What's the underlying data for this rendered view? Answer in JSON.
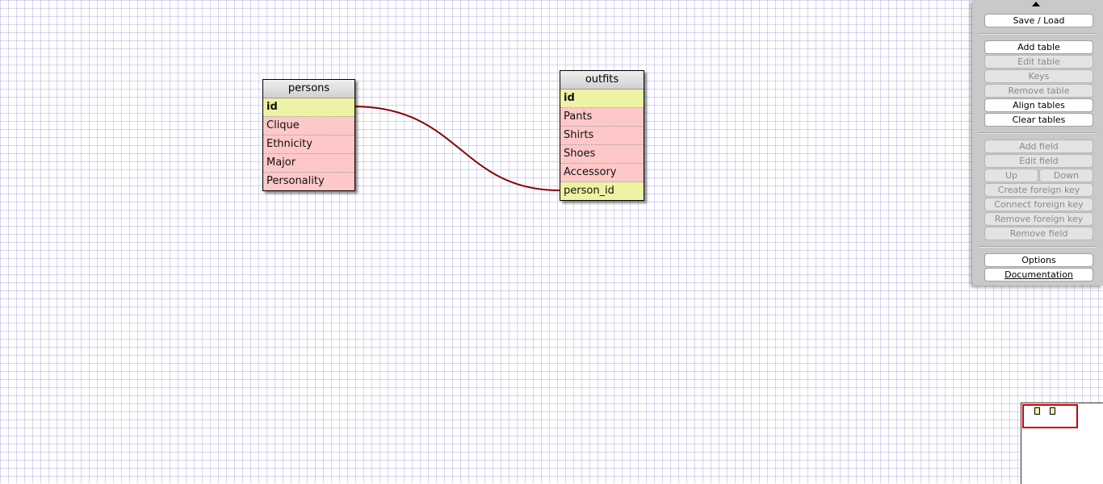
{
  "tables": {
    "persons": {
      "title": "persons",
      "rows": [
        {
          "name": "id",
          "kind": "key"
        },
        {
          "name": "Clique",
          "kind": "field"
        },
        {
          "name": "Ethnicity",
          "kind": "field"
        },
        {
          "name": "Major",
          "kind": "field"
        },
        {
          "name": "Personality",
          "kind": "field"
        }
      ]
    },
    "outfits": {
      "title": "outfits",
      "rows": [
        {
          "name": "id",
          "kind": "key"
        },
        {
          "name": "Pants",
          "kind": "field"
        },
        {
          "name": "Shirts",
          "kind": "field"
        },
        {
          "name": "Shoes",
          "kind": "field"
        },
        {
          "name": "Accessory",
          "kind": "field"
        },
        {
          "name": "person_id",
          "kind": "fk"
        }
      ]
    }
  },
  "relation": {
    "from": "persons.id",
    "to": "outfits.person_id",
    "color": "#8b0000"
  },
  "controls": {
    "save_load": "Save / Load",
    "add_table": "Add table",
    "edit_table": "Edit table",
    "keys": "Keys",
    "remove_table": "Remove table",
    "align_tables": "Align tables",
    "clear_tables": "Clear tables",
    "add_field": "Add field",
    "edit_field": "Edit field",
    "up": "Up",
    "down": "Down",
    "create_foreign_key": "Create foreign key",
    "connect_foreign_key": "Connect foreign key",
    "remove_foreign_key": "Remove foreign key",
    "remove_field": "Remove field",
    "options": "Options",
    "documentation": "Documentation"
  },
  "colors": {
    "key_row": "#eef2a4",
    "field_row": "#ffc8c8",
    "relation_line": "#8b0000",
    "minimap_viewport": "#d00000"
  }
}
